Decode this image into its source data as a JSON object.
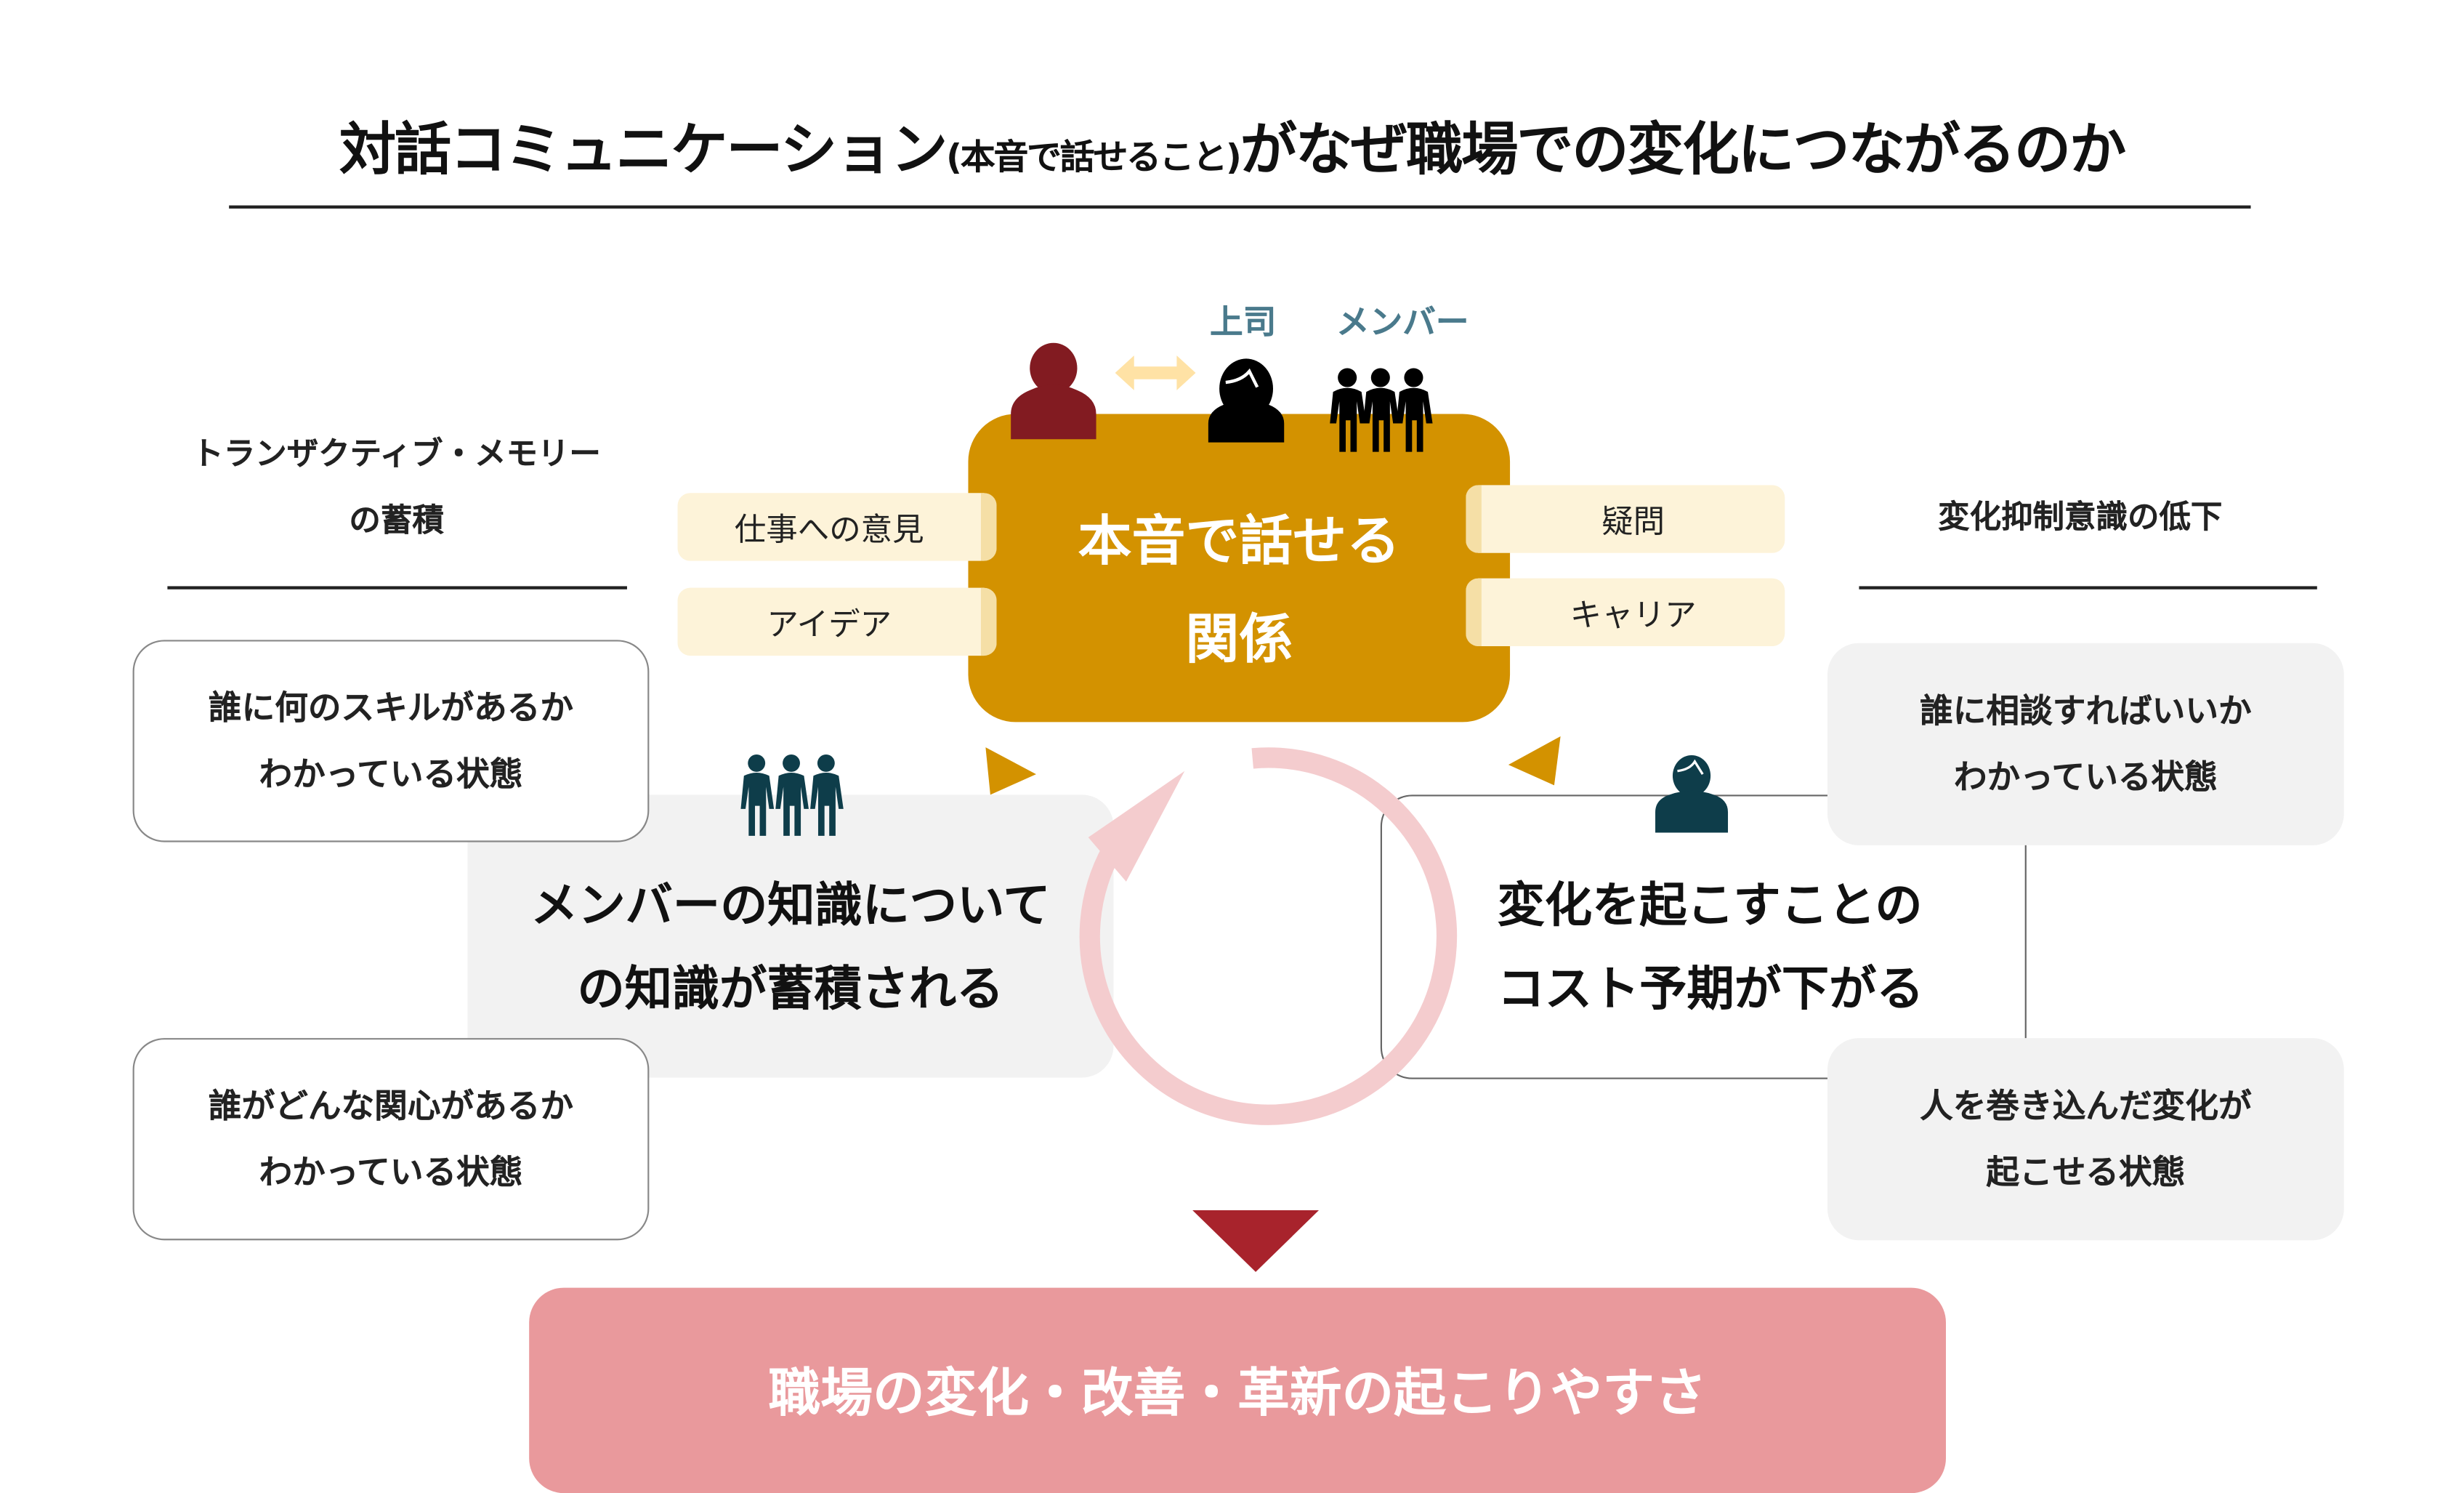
{
  "title": {
    "main_before": "対話コミュニケーション",
    "paren": "(本音で話せること)",
    "main_after": "がなぜ職場での変化につながるのか"
  },
  "roles": {
    "boss": "上司",
    "members": "メンバー"
  },
  "core": {
    "line1": "本音で話せる",
    "line2": "関係"
  },
  "left_tags": [
    "仕事への意見",
    "アイデア"
  ],
  "right_tags": [
    "疑問",
    "キャリア"
  ],
  "left_section": {
    "header": [
      "トランザクティブ・メモリー",
      "の蓄積"
    ],
    "main": [
      "メンバーの知識について",
      "の知識が蓄積される"
    ],
    "boxes": [
      {
        "line1": "誰に何のスキルがあるか",
        "line2": "わかっている状態"
      },
      {
        "line1": "誰がどんな関心があるか",
        "line2": "わかっている状態"
      }
    ]
  },
  "right_section": {
    "header": "変化抑制意識の低下",
    "main": [
      "変化を起こすことの",
      "コスト予期が下がる"
    ],
    "boxes": [
      {
        "line1": "誰に相談すればいいか",
        "line2": "わかっている状態"
      },
      {
        "line1": "人を巻き込んだ変化が",
        "line2": "起こせる状態"
      }
    ]
  },
  "result": "職場の変化・改善・革新の起こりやすさ",
  "colors": {
    "core": "#D39200",
    "tag": "#FDF3D9",
    "cycle": "#F4CCCE",
    "result": "#E9999C",
    "down_arrow": "#A8232C",
    "self": "#821B21",
    "teal": "#0E3D4A"
  }
}
